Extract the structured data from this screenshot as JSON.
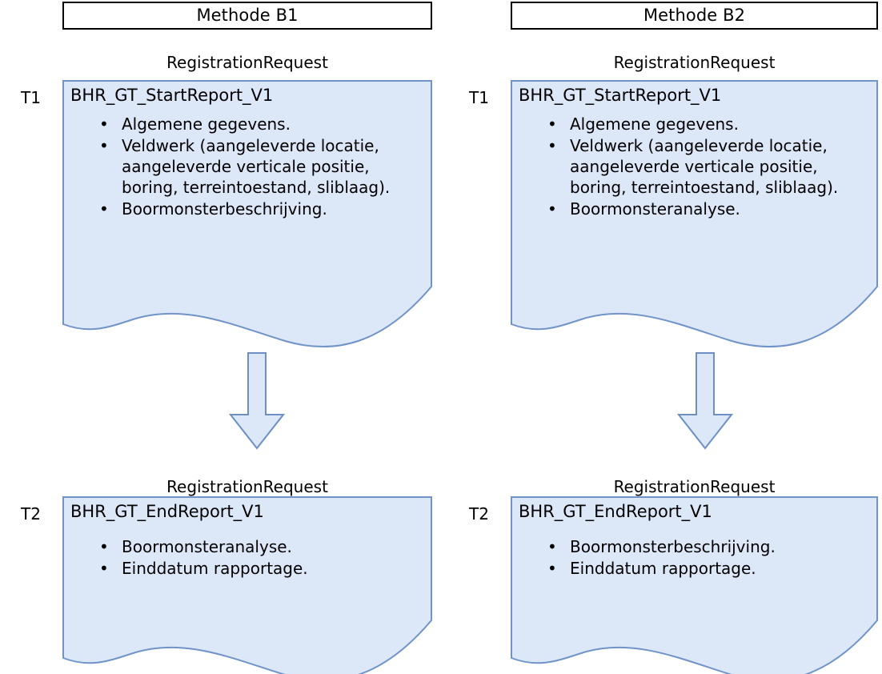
{
  "diagram": {
    "title_bar": {
      "left_method": "Methode B1",
      "right_method": "Methode B2"
    },
    "columns": [
      {
        "id": "B1",
        "header": "Methode B1",
        "steps": [
          {
            "time_label": "T1",
            "caption": "RegistrationRequest",
            "doc_title": "BHR_GT_StartReport_V1",
            "bullet_glyph": "•",
            "items": [
              "Algemene gegevens.",
              "Veldwerk (aangeleverde locatie, aangeleverde verticale positie, boring, terreintoestand, sliblaag).",
              "Boormonsterbeschrijving."
            ]
          },
          {
            "time_label": "T2",
            "caption": "RegistrationRequest",
            "doc_title": "BHR_GT_EndReport_V1",
            "bullet_glyph": "•",
            "items": [
              "Boormonsteranalyse.",
              "Einddatum rapportage."
            ]
          }
        ]
      },
      {
        "id": "B2",
        "header": "Methode B2",
        "steps": [
          {
            "time_label": "T1",
            "caption": "RegistrationRequest",
            "doc_title": "BHR_GT_StartReport_V1",
            "bullet_glyph": "•",
            "items": [
              "Algemene gegevens.",
              "Veldwerk (aangeleverde locatie, aangeleverde verticale positie, boring, terreintoestand, sliblaag).",
              "Boormonsteranalyse."
            ]
          },
          {
            "time_label": "T2",
            "caption": "RegistrationRequest",
            "doc_title": "BHR_GT_EndReport_V1",
            "bullet_glyph": "•",
            "items": [
              "Boormonsterbeschrijving.",
              "Einddatum rapportage."
            ]
          }
        ]
      }
    ],
    "connectors": [
      {
        "name": "flow-arrow-b1",
        "direction": "down",
        "from": "T1",
        "to": "T2"
      },
      {
        "name": "flow-arrow-b2",
        "direction": "down",
        "from": "T1",
        "to": "T2"
      }
    ],
    "colors": {
      "document_fill": "#dce7f8",
      "document_stroke": "#7093c8",
      "header_stroke": "#000000",
      "header_fill": "#ffffff",
      "arrow_fill": "#dce7f8",
      "arrow_stroke": "#6e8fc4",
      "text": "#000000",
      "background": "#ffffff"
    }
  }
}
